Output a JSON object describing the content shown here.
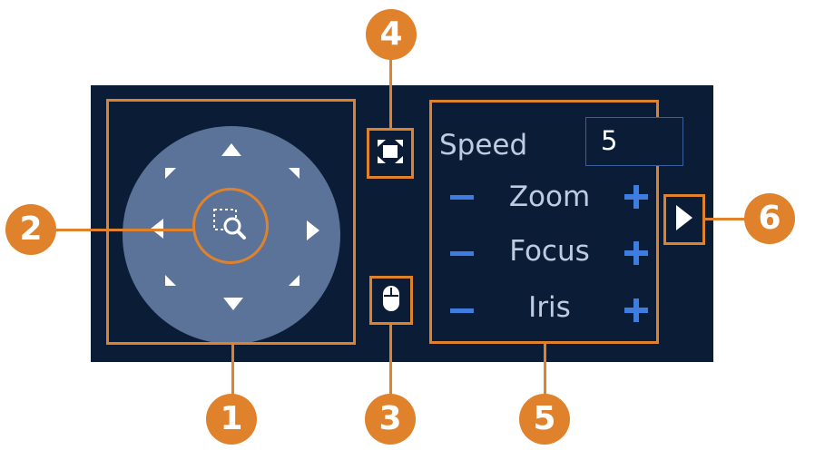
{
  "speed": {
    "label": "Speed",
    "value": "5"
  },
  "controls": [
    {
      "label": "Zoom"
    },
    {
      "label": "Focus"
    },
    {
      "label": "Iris"
    }
  ],
  "callouts": [
    "1",
    "2",
    "3",
    "4",
    "5",
    "6"
  ],
  "icons": {
    "joystick_arrows": [
      "arrow-up-icon",
      "arrow-up-right-icon",
      "arrow-right-icon",
      "arrow-down-right-icon",
      "arrow-down-icon",
      "arrow-down-left-icon",
      "arrow-left-icon",
      "arrow-up-left-icon"
    ],
    "center": "zoom-area-icon",
    "fullscreen": "fullscreen-icon",
    "mouse": "mouse-icon",
    "next": "next-arrow-icon"
  },
  "colors": {
    "panel": "#0b1d36",
    "joystick": "#5b7399",
    "highlight": "#e0822c",
    "accent": "#3d7de0",
    "text": "#bfcbe0"
  }
}
